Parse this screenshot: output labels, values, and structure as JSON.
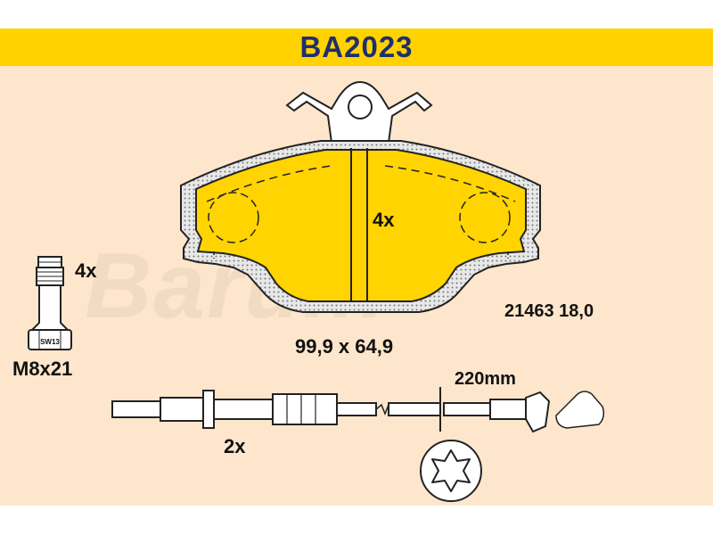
{
  "header": {
    "part_number": "BA2023"
  },
  "watermark": {
    "brand": "Barum"
  },
  "pad": {
    "quantity": "4x",
    "dimensions": "99,9 x 64,9",
    "reference": "21463 18,0"
  },
  "bolt": {
    "quantity": "4x",
    "size": "M8x21",
    "wrench": "SW13"
  },
  "wear_sensor": {
    "quantity": "2x",
    "length": "220mm"
  },
  "colors": {
    "header": "#ffd200",
    "background": "#fde6cc",
    "pad": "#ffd400",
    "title_text": "#1e2f6e"
  }
}
